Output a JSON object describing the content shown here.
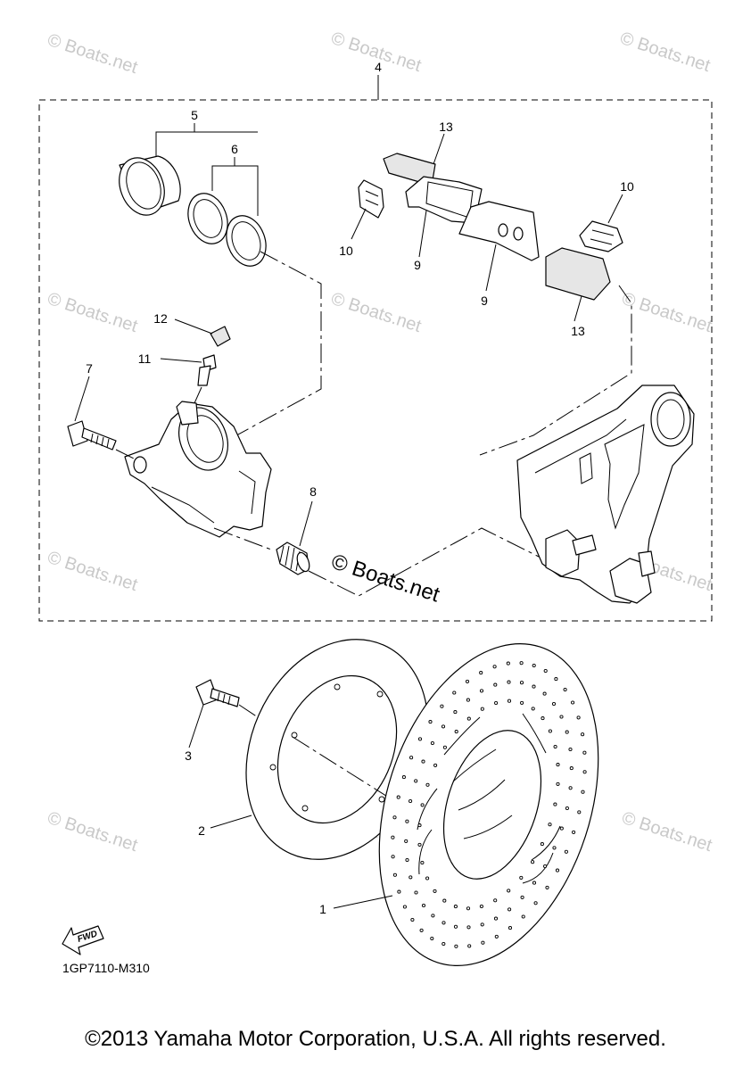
{
  "callouts": {
    "c1": "1",
    "c2": "2",
    "c3": "3",
    "c4": "4",
    "c5": "5",
    "c6": "6",
    "c7": "7",
    "c8": "8",
    "c9a": "9",
    "c9b": "9",
    "c10a": "10",
    "c10b": "10",
    "c11": "11",
    "c12": "12",
    "c13a": "13",
    "c13b": "13"
  },
  "watermark": "© Boats.net",
  "watermark_center": "© Boats.net",
  "diagram_code": "1GP7110-M310",
  "fwd_label": "FWD",
  "copyright": "©2013 Yamaha Motor Corporation, U.S.A. All rights reserved."
}
